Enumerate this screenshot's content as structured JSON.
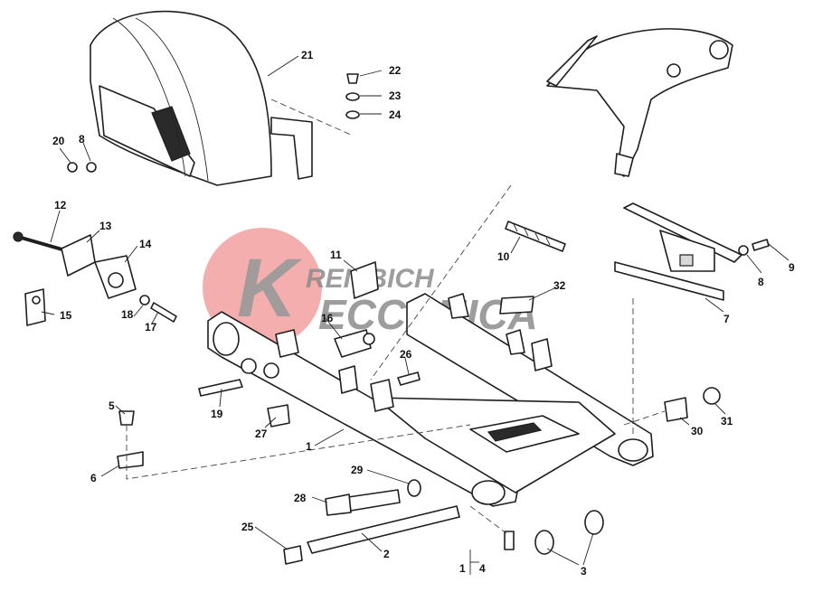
{
  "diagram": {
    "title": "",
    "parts": [
      {
        "id": "p1",
        "label": "1"
      },
      {
        "id": "p1b",
        "label": "1"
      },
      {
        "id": "p2",
        "label": "2"
      },
      {
        "id": "p3",
        "label": "3"
      },
      {
        "id": "p4",
        "label": "4"
      },
      {
        "id": "p5",
        "label": "5"
      },
      {
        "id": "p6",
        "label": "6"
      },
      {
        "id": "p7",
        "label": "7"
      },
      {
        "id": "p8a",
        "label": "8"
      },
      {
        "id": "p8b",
        "label": "8"
      },
      {
        "id": "p9",
        "label": "9"
      },
      {
        "id": "p10",
        "label": "10"
      },
      {
        "id": "p11",
        "label": "11"
      },
      {
        "id": "p12",
        "label": "12"
      },
      {
        "id": "p13",
        "label": "13"
      },
      {
        "id": "p14",
        "label": "14"
      },
      {
        "id": "p15",
        "label": "15"
      },
      {
        "id": "p16",
        "label": "16"
      },
      {
        "id": "p17",
        "label": "17"
      },
      {
        "id": "p18",
        "label": "18"
      },
      {
        "id": "p19",
        "label": "19"
      },
      {
        "id": "p20",
        "label": "20"
      },
      {
        "id": "p21",
        "label": "21"
      },
      {
        "id": "p22",
        "label": "22"
      },
      {
        "id": "p23",
        "label": "23"
      },
      {
        "id": "p24",
        "label": "24"
      },
      {
        "id": "p25",
        "label": "25"
      },
      {
        "id": "p26",
        "label": "26"
      },
      {
        "id": "p27",
        "label": "27"
      },
      {
        "id": "p28",
        "label": "28"
      },
      {
        "id": "p29",
        "label": "29"
      },
      {
        "id": "p30",
        "label": "30"
      },
      {
        "id": "p31",
        "label": "31"
      },
      {
        "id": "p32",
        "label": "32"
      }
    ]
  },
  "watermark": {
    "line1": "REITBICH",
    "line2": "ECCANICA",
    "logo_letter": "K",
    "color_circle": "#f2a0a0",
    "color_text": "#8c8c8c"
  }
}
